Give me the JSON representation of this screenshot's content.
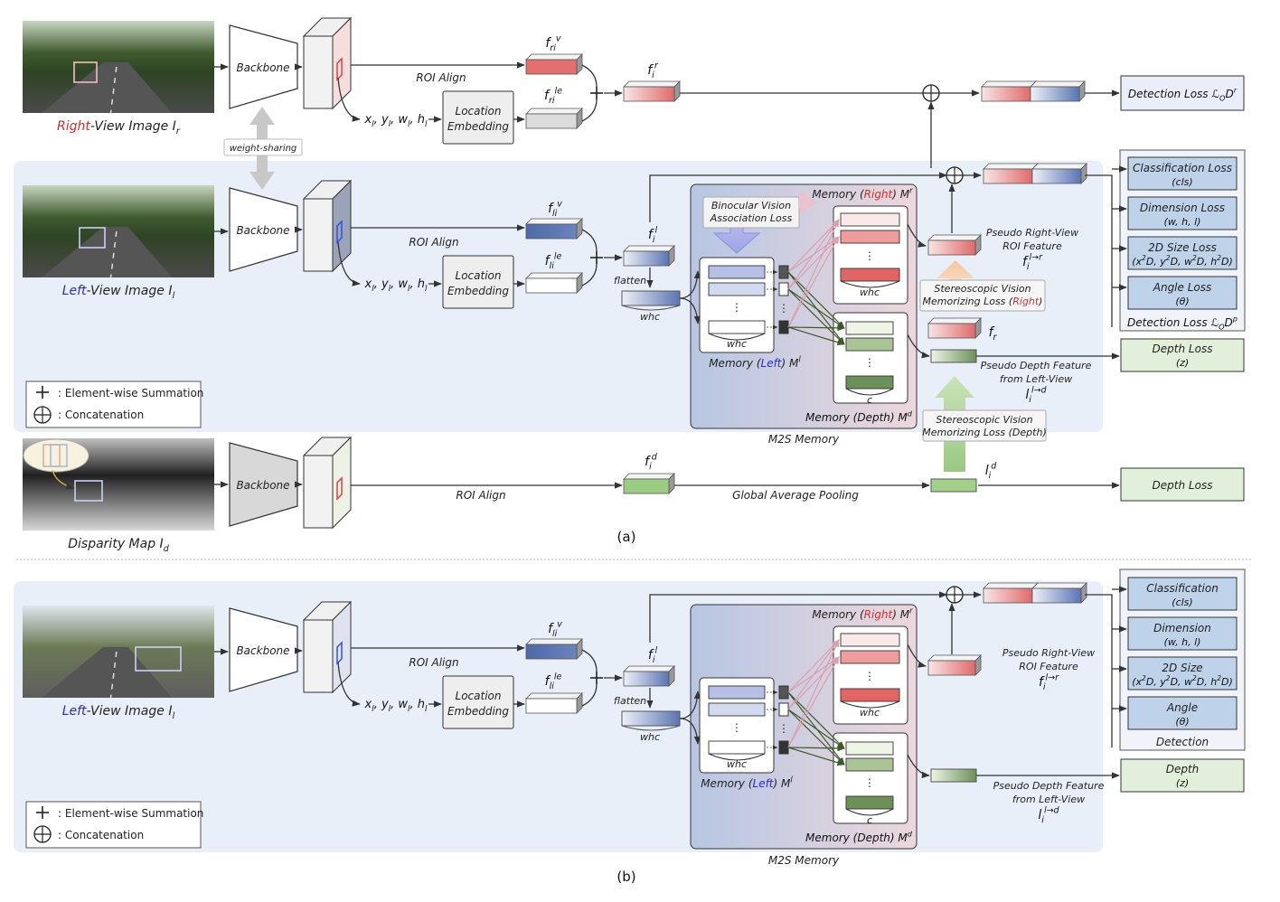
{
  "labels": {
    "backbone": "Backbone",
    "roi_align": "ROI Align",
    "location_embedding_1": "Location",
    "location_embedding_2": "Embedding",
    "xywh": "x_l, y_l, w_l, h_l",
    "weight_sharing": "weight-sharing",
    "flatten": "flatten",
    "whc": "whc",
    "c": "c",
    "dots": "⋮",
    "m2s_memory": "M2S Memory",
    "global_avg_pooling": "Global Average Pooling"
  },
  "panel_a": {
    "caption": "(a)",
    "right_image_caption": [
      {
        "t": "Right",
        "c": "#d03030"
      },
      {
        "t": "-View Image I",
        "c": "#222"
      },
      {
        "t": "r",
        "c": "#222",
        "sub": true
      }
    ],
    "left_image_caption": [
      {
        "t": "Left",
        "c": "#2a2ad0"
      },
      {
        "t": "-View Image I",
        "c": "#222"
      },
      {
        "t": "l",
        "c": "#222",
        "sub": true
      }
    ],
    "disparity_caption": "Disparity Map I_d",
    "f_r_v": "f_{r_i}^v",
    "f_r_le": "f_{r_i}^{le}",
    "f_i_r": "f_i^r",
    "f_l_v": "f_{l_i}^v",
    "f_l_le": "f_{l_i}^{le}",
    "f_i_l": "f_i^l",
    "f_i_d": "f_i^d",
    "l_i_d": "l_i^d",
    "f_r": "f_r",
    "binocular_1": "Binocular Vision",
    "binocular_2": "Association Loss",
    "memory_right": [
      {
        "t": "Memory (",
        "c": "#222"
      },
      {
        "t": "Right",
        "c": "#d03030"
      },
      {
        "t": ") M",
        "c": "#222"
      },
      {
        "t": "r",
        "c": "#222",
        "sup": true
      }
    ],
    "memory_left": [
      {
        "t": "Memory (",
        "c": "#222"
      },
      {
        "t": "Left",
        "c": "#2a2ad0"
      },
      {
        "t": ") M",
        "c": "#222"
      },
      {
        "t": "l",
        "c": "#222",
        "sup": true
      }
    ],
    "memory_depth": "Memory (Depth) M^d",
    "pseudo_right_1": "Pseudo Right-View",
    "pseudo_right_2": "ROI Feature",
    "pseudo_right_sym": "f_i^{l→r}",
    "pseudo_depth_1": "Pseudo Depth Feature",
    "pseudo_depth_2": "from Left-View",
    "pseudo_depth_sym": "l_i^{l→d}",
    "svm_right_1": "Stereoscopic Vision",
    "svm_right_2": [
      {
        "t": "Memorizing Loss (",
        "c": "#222"
      },
      {
        "t": "Right",
        "c": "#d03030"
      },
      {
        "t": ")",
        "c": "#222"
      }
    ],
    "svm_depth_1": "Stereoscopic Vision",
    "svm_depth_2": "Memorizing Loss (Depth)",
    "detection_loss_r": "Detection Loss ℒ_OD^r",
    "losses": [
      {
        "name": "Classification Loss",
        "sub": "(cls)"
      },
      {
        "name": "Dimension Loss",
        "sub": "(w, h, l)"
      },
      {
        "name": "2D Size Loss",
        "sub": "(x^2D, y^2D, w^2D, h^2D)"
      },
      {
        "name": "Angle Loss",
        "sub": "(θ)"
      }
    ],
    "detection_loss_p": "Detection Loss ℒ_OD^p",
    "depth_loss_1": "Depth Loss",
    "depth_loss_sub": "(z)",
    "depth_loss_2": "Depth Loss",
    "legend_sum": ": Element-wise Summation",
    "legend_concat": ": Concatenation"
  },
  "panel_b": {
    "caption": "(b)",
    "left_image_caption": [
      {
        "t": "Left",
        "c": "#2a2ad0"
      },
      {
        "t": "-View Image I",
        "c": "#222"
      },
      {
        "t": "l",
        "c": "#222",
        "sub": true
      }
    ],
    "f_l_v": "f_{l_i}^v",
    "f_l_le": "f_{l_i}^{le}",
    "f_i_l": "f_i^l",
    "memory_right": [
      {
        "t": "Memory (",
        "c": "#222"
      },
      {
        "t": "Right",
        "c": "#d03030"
      },
      {
        "t": ") M",
        "c": "#222"
      },
      {
        "t": "r",
        "c": "#222",
        "sup": true
      }
    ],
    "memory_left": [
      {
        "t": "Memory (",
        "c": "#222"
      },
      {
        "t": "Left",
        "c": "#2a2ad0"
      },
      {
        "t": ") M",
        "c": "#222"
      },
      {
        "t": "l",
        "c": "#222",
        "sup": true
      }
    ],
    "memory_depth": "Memory (Depth) M^d",
    "pseudo_right_1": "Pseudo Right-View",
    "pseudo_right_2": "ROI Feature",
    "pseudo_right_sym": "f_i^{l→r}",
    "pseudo_depth_1": "Pseudo Depth Feature",
    "pseudo_depth_2": "from Left-View",
    "pseudo_depth_sym": "l_i^{l→d}",
    "heads": [
      {
        "name": "Classification",
        "sub": "(cls)"
      },
      {
        "name": "Dimension",
        "sub": "(w, h, l)"
      },
      {
        "name": "2D Size",
        "sub": "(x^2D, y^2D, w^2D, h^2D)"
      },
      {
        "name": "Angle",
        "sub": "(θ)"
      }
    ],
    "detection": "Detection",
    "depth_1": "Depth",
    "depth_sub": "(z)",
    "legend_sum": ": Element-wise Summation",
    "legend_concat": ": Concatenation"
  },
  "colors": {
    "red_feat": "#e07070",
    "blue_feat": "#5a78b8",
    "green_feat": "#8fb87a",
    "loss_blue": "#bed2ea",
    "loss_green": "#e2efda",
    "panel_bg": "#e9eff8"
  }
}
